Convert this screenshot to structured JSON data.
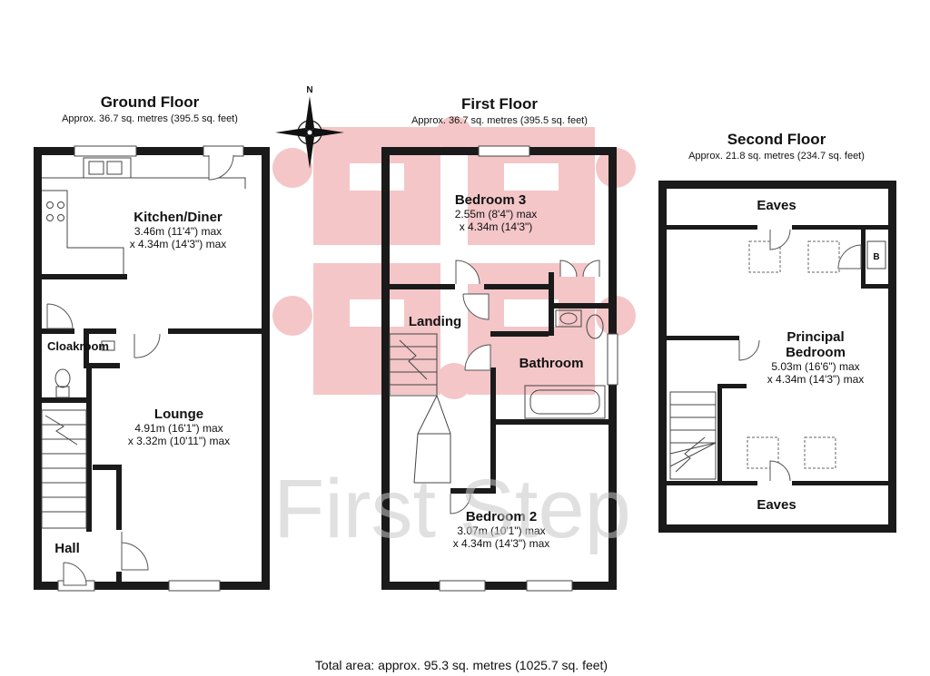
{
  "floors": {
    "ground": {
      "title": "Ground Floor",
      "area": "Approx. 36.7 sq. metres (395.5 sq. feet)",
      "rooms": {
        "kitchen": {
          "name": "Kitchen/Diner",
          "dim1": "3.46m (11'4\") max",
          "dim2": "x 4.34m (14'3\") max"
        },
        "cloakroom": {
          "name": "Cloakroom"
        },
        "lounge": {
          "name": "Lounge",
          "dim1": "4.91m (16'1\") max",
          "dim2": "x 3.32m (10'11\") max"
        },
        "hall": {
          "name": "Hall"
        }
      }
    },
    "first": {
      "title": "First Floor",
      "area": "Approx. 36.7 sq. metres (395.5 sq. feet)",
      "rooms": {
        "bedroom3": {
          "name": "Bedroom 3",
          "dim1": "2.55m (8'4\") max",
          "dim2": "x 4.34m (14'3\")"
        },
        "landing": {
          "name": "Landing"
        },
        "bathroom": {
          "name": "Bathroom"
        },
        "bedroom2": {
          "name": "Bedroom 2",
          "dim1": "3.07m (10'1\") max",
          "dim2": "x 4.34m (14'3\") max"
        }
      }
    },
    "second": {
      "title": "Second Floor",
      "area": "Approx. 21.8 sq. metres (234.7 sq. feet)",
      "rooms": {
        "eaves_top": {
          "name": "Eaves"
        },
        "principal": {
          "name1": "Principal",
          "name2": "Bedroom",
          "dim1": "5.03m (16'6\") max",
          "dim2": "x 4.34m (14'3\") max"
        },
        "boiler": {
          "name": "B"
        },
        "eaves_bottom": {
          "name": "Eaves"
        }
      }
    }
  },
  "compass": {
    "label": "N"
  },
  "watermark": {
    "text": "First Step"
  },
  "total_area": "Total area: approx. 95.3 sq. metres (1025.7 sq. feet)",
  "colors": {
    "wall": "#1a1a1a",
    "watermark_logo": "#f4c6c8",
    "watermark_text": "#c8c8c8"
  }
}
